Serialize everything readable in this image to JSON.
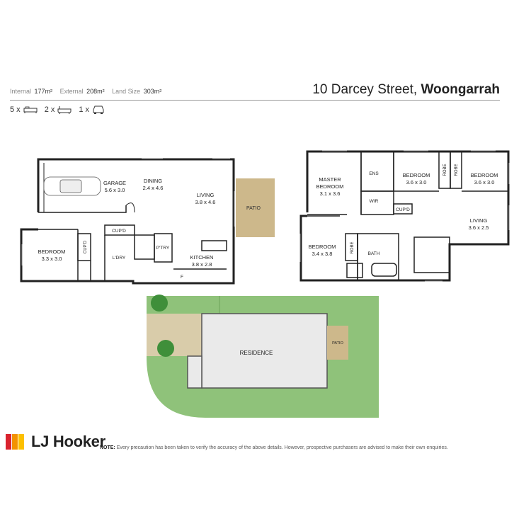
{
  "header": {
    "internal_label": "Internal",
    "internal_value": "177m²",
    "external_label": "External",
    "external_value": "208m²",
    "land_label": "Land Size",
    "land_value": "303m²",
    "address_street": "10 Darcey Street,",
    "address_suburb": "Woongarrah"
  },
  "features": [
    {
      "count": "5 x",
      "icon": "bed-icon"
    },
    {
      "count": "2 x",
      "icon": "bath-icon"
    },
    {
      "count": "1 x",
      "icon": "car-icon"
    }
  ],
  "ground_floor": {
    "garage_name": "GARAGE",
    "garage_size": "5.6 x 3.0",
    "dining_name": "DINING",
    "dining_size": "2.4 x 4.6",
    "living_name": "LIVING",
    "living_size": "3.8 x 4.6",
    "patio": "PATIO",
    "bedroom_name": "BEDROOM",
    "bedroom_size": "3.3 x 3.0",
    "cupd_a": "CUP'D",
    "cupd_b": "CUP'D",
    "ldry": "L'DRY",
    "ptry": "P'TRY",
    "kitchen_name": "KITCHEN",
    "kitchen_size": "3.8 x 2.8",
    "fridge": "F"
  },
  "first_floor": {
    "master_name_1": "MASTER",
    "master_name_2": "BEDROOM",
    "master_size": "3.1 x 3.6",
    "ens": "ENS",
    "wir": "WIR",
    "bed2_name": "BEDROOM",
    "bed2_size": "3.6 x 3.0",
    "robe_a": "ROBE",
    "robe_b": "ROBE",
    "robe_c": "ROBE",
    "bed3_name": "BEDROOM",
    "bed3_size": "3.6 x 3.0",
    "cupd": "CUP'D",
    "living_name": "LIVING",
    "living_size": "3.6 x 2.5",
    "bed4_name": "BEDROOM",
    "bed4_size": "3.4 x 3.8",
    "bath": "BATH"
  },
  "site_plan": {
    "residence": "RESIDENCE",
    "patio": "PATIO"
  },
  "footer": {
    "logo_text": "LJ Hooker",
    "note_label": "NOTE:",
    "note_text": " Every precaution has been taken to verify the accuracy of the above details. However, prospective purchasers are advised to make their own enquiries."
  },
  "colors": {
    "wall": "#222222",
    "patio": "#cdb88b",
    "lawn": "#8fc27a",
    "paving": "#d9ccaa",
    "residence": "#eaeaea",
    "logo_red": "#d9232e",
    "logo_orange": "#f39200",
    "logo_yellow": "#fcc000"
  }
}
